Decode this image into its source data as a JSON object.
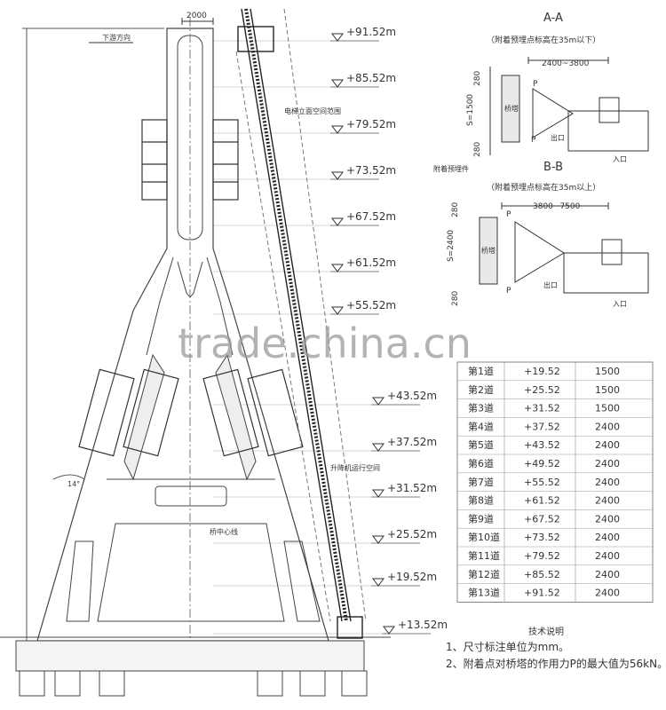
{
  "dims": {
    "top_width": "2000",
    "aa_range": "2400~3800",
    "bb_range": "3800~7500",
    "aa_s": "S=1500",
    "bb_s": "S=2400",
    "offset_280": "280"
  },
  "labels": {
    "downstream": "下游方向",
    "elevator_range": "电梯立面空间范围",
    "embed_parts": "附着预埋件",
    "tower_center": "桥中心线",
    "lift_track": "升降机运行空间",
    "tower_word": "桥塔",
    "exit": "出口",
    "entry": "入口",
    "load_p": "P",
    "angle": "14°"
  },
  "sections": {
    "aa_title": "A-A",
    "aa_sub": "（附着预埋点标高在35m以下）",
    "bb_title": "B-B",
    "bb_sub": "（附着预埋点标高在35m以上）"
  },
  "elevations": [
    "+91.52m",
    "+85.52m",
    "+79.52m",
    "+73.52m",
    "+67.52m",
    "+61.52m",
    "+55.52m",
    "+43.52m",
    "+37.52m",
    "+31.52m",
    "+25.52m",
    "+19.52m",
    "+13.52m"
  ],
  "table": {
    "rows": [
      [
        "第1道",
        "+19.52",
        "1500"
      ],
      [
        "第2道",
        "+25.52",
        "1500"
      ],
      [
        "第3道",
        "+31.52",
        "1500"
      ],
      [
        "第4道",
        "+37.52",
        "2400"
      ],
      [
        "第5道",
        "+43.52",
        "2400"
      ],
      [
        "第6道",
        "+49.52",
        "2400"
      ],
      [
        "第7道",
        "+55.52",
        "2400"
      ],
      [
        "第8道",
        "+61.52",
        "2400"
      ],
      [
        "第9道",
        "+67.52",
        "2400"
      ],
      [
        "第10道",
        "+73.52",
        "2400"
      ],
      [
        "第11道",
        "+79.52",
        "2400"
      ],
      [
        "第12道",
        "+85.52",
        "2400"
      ],
      [
        "第13道",
        "+91.52",
        "2400"
      ]
    ]
  },
  "tech_notes": {
    "title": "技术说明",
    "note1": "1、尺寸标注单位为mm。",
    "note2": "2、附着点对桥塔的作用力P的最大值为56kN。"
  },
  "watermark": "trade.china.cn"
}
